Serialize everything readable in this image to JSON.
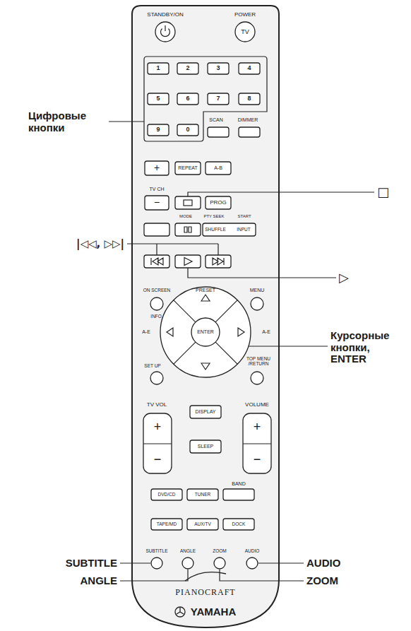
{
  "diagram": {
    "labels": [
      "Цифровые кнопки",
      "STANDBY/ON",
      "POWER",
      "TV",
      "1",
      "2",
      "3",
      "4",
      "5",
      "6",
      "7",
      "8",
      "9",
      "0",
      "SCAN",
      "DIMMER",
      "+",
      "REPEAT",
      "A-B",
      "TV CH",
      "−",
      "PROG",
      "MODE",
      "PTY SEEK",
      "START",
      "SHUFFLE",
      "INPUT",
      "|◁◁, ▷▷|",
      "□",
      "▷",
      "ON SCREEN",
      "PRESET",
      "MENU",
      "INFO.",
      "A-E",
      "ENTER",
      "A-E",
      "SET UP",
      "TOP MENU /RETURN",
      "Курсорные кнопки, ENTER",
      "TV VOL",
      "VOLUME",
      "DISPLAY",
      "+",
      "−",
      "+",
      "−",
      "SLEEP",
      "DVD/CD",
      "TUNER",
      "BAND",
      "TAPE/MD",
      "AUX/TV",
      "DOCK",
      "SUBTITLE",
      "ANGLE",
      "ZOOM",
      "AUDIO",
      "SUBTITLE",
      "ANGLE",
      "AUDIO",
      "ZOOM",
      "PIANOCRAFT",
      "YAMAHA"
    ]
  }
}
